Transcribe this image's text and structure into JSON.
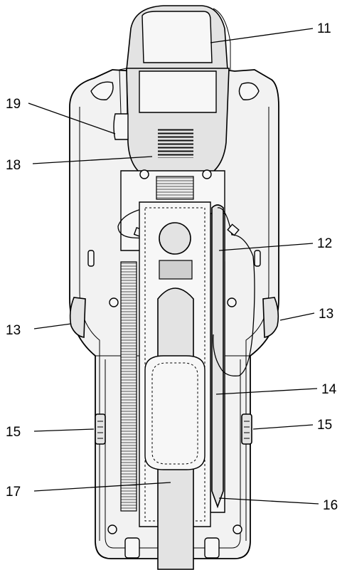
{
  "callouts": {
    "c11": "11",
    "c12": "12",
    "c13_left": "13",
    "c13_right": "13",
    "c14": "14",
    "c15_left": "15",
    "c15_right": "15",
    "c16": "16",
    "c17": "17",
    "c18": "18",
    "c19": "19"
  }
}
